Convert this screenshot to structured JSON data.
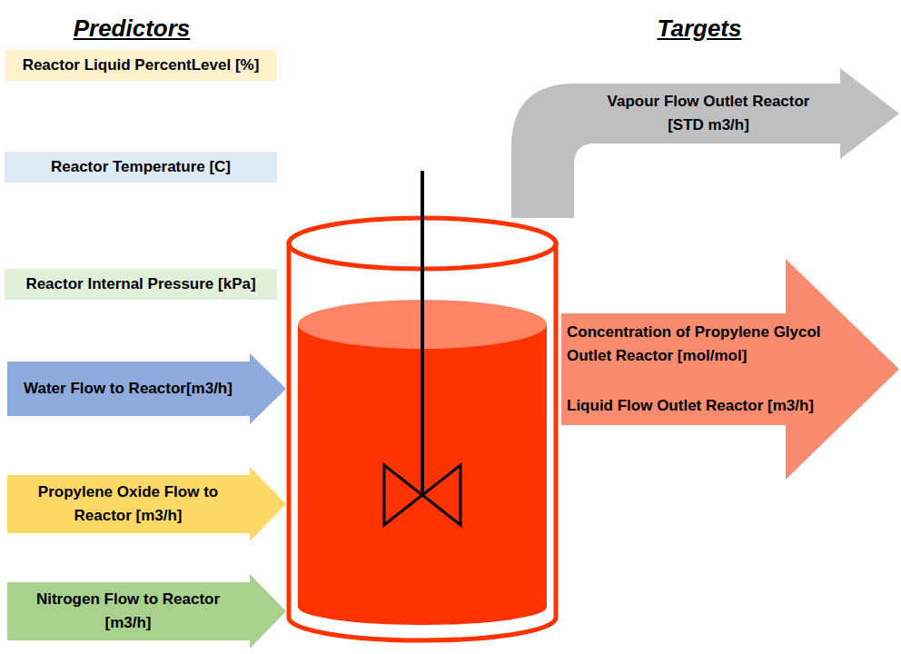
{
  "diagram": {
    "nodes": [
      {
        "text": [
          "Reactor Liquid PercentLevel [%]"
        ]
      },
      {
        "text": [
          "Reactor Temperature [C]"
        ]
      },
      {
        "text": [
          "Reactor Internal Pressure [kPa]"
        ]
      },
      {
        "text": [
          "Water Flow to Reactor[m3/h]"
        ]
      },
      {
        "text": [
          "Propylene Oxide Flow to Reactor [m3/h]"
        ]
      },
      {
        "text": [
          "Nitrogen Flow to Reactor [m3/h]"
        ]
      },
      {
        "text": [
          "Vapour Flow Outlet Reactor [STD m3/h]"
        ]
      },
      {
        "text": [
          "Concentration of Propylene Glycol Outlet Reactor [mol/mol]",
          "Liquid Flow Outlet Reactor [m3/h]"
        ]
      }
    ],
    "labels": [
      "Predictors",
      "Targets"
    ]
  }
}
